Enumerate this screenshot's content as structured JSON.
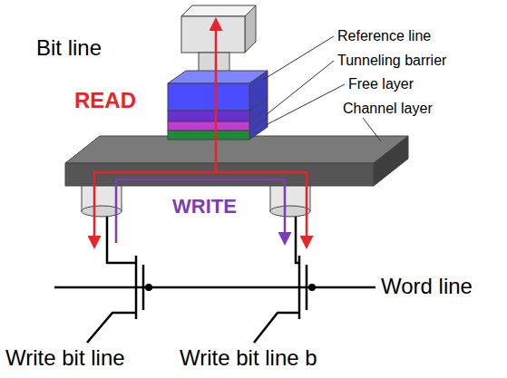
{
  "diagram": {
    "labels": [
      "Bit line",
      "READ",
      "Reference line",
      "Tunneling barrier",
      "Free layer",
      "Channel layer",
      "WRITE",
      "Word line",
      "Write bit line",
      "Write bit line b"
    ]
  }
}
